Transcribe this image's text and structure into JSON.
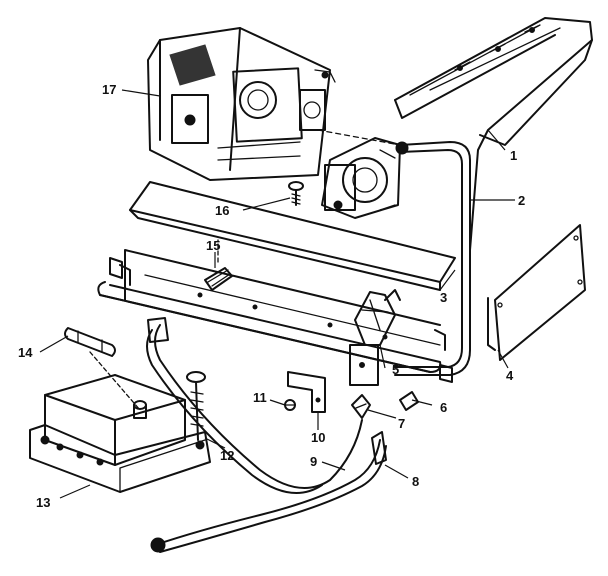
{
  "callouts": [
    {
      "id": "part-1",
      "label": "1"
    },
    {
      "id": "part-2",
      "label": "2"
    },
    {
      "id": "part-3",
      "label": "3"
    },
    {
      "id": "part-4",
      "label": "4"
    },
    {
      "id": "part-5",
      "label": "5"
    },
    {
      "id": "part-6",
      "label": "6"
    },
    {
      "id": "part-7",
      "label": "7"
    },
    {
      "id": "part-8",
      "label": "8"
    },
    {
      "id": "part-9",
      "label": "9"
    },
    {
      "id": "part-10",
      "label": "10"
    },
    {
      "id": "part-11",
      "label": "11"
    },
    {
      "id": "part-12",
      "label": "12"
    },
    {
      "id": "part-13",
      "label": "13"
    },
    {
      "id": "part-14",
      "label": "14"
    },
    {
      "id": "part-15",
      "label": "15"
    },
    {
      "id": "part-16",
      "label": "16"
    },
    {
      "id": "part-17",
      "label": "17"
    }
  ],
  "colors": {
    "ink": "#111111",
    "paper": "#ffffff"
  }
}
